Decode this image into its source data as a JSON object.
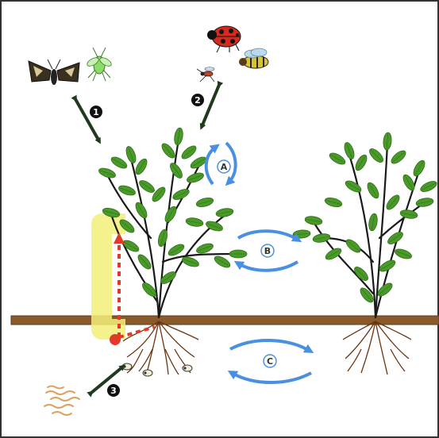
{
  "markers": {
    "above_herbivores": "1",
    "above_predators": "2",
    "belowground_organisms": "3",
    "within_plant": "A",
    "between_plants_above": "B",
    "between_plants_below": "C"
  },
  "colors": {
    "frame": "#333333",
    "leaf": "#4a9a2a",
    "leaf_dark": "#2f6e18",
    "stem": "#1a1a1a",
    "soil": "#8a5a2b",
    "soil_edge": "#5e3a17",
    "root": "#6b3410",
    "blue_arrow": "#4a90e2",
    "dark_arrow": "#1f3a1f",
    "signal_path": "#e23a2a",
    "signal_glow": "#f3f07a",
    "marker_fill": "#111111"
  },
  "icons": [
    "moth-icon",
    "aphid-icon",
    "ladybug-icon",
    "wasp-icon",
    "mosquito-icon",
    "nematode-icon",
    "larva-icon"
  ]
}
